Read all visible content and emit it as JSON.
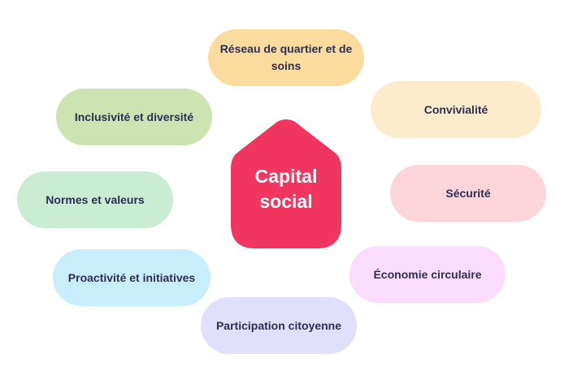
{
  "center": {
    "label": "Capital\nsocial",
    "color": "#f0365f"
  },
  "nodes": [
    {
      "label": "Réseau de quartier et de soins",
      "color": "#fcdc9e"
    },
    {
      "label": "Convivialité",
      "color": "#fdeccb"
    },
    {
      "label": "Sécurité",
      "color": "#ffd5dc"
    },
    {
      "label": "Économie circulaire",
      "color": "#fcdcfc"
    },
    {
      "label": "Participation citoyenne",
      "color": "#e0dffc"
    },
    {
      "label": "Proactivité et initiatives",
      "color": "#c9eefb"
    },
    {
      "label": "Normes et valeurs",
      "color": "#c9ecd3"
    },
    {
      "label": "Inclusivité et diversité",
      "color": "#cde3b2"
    }
  ]
}
